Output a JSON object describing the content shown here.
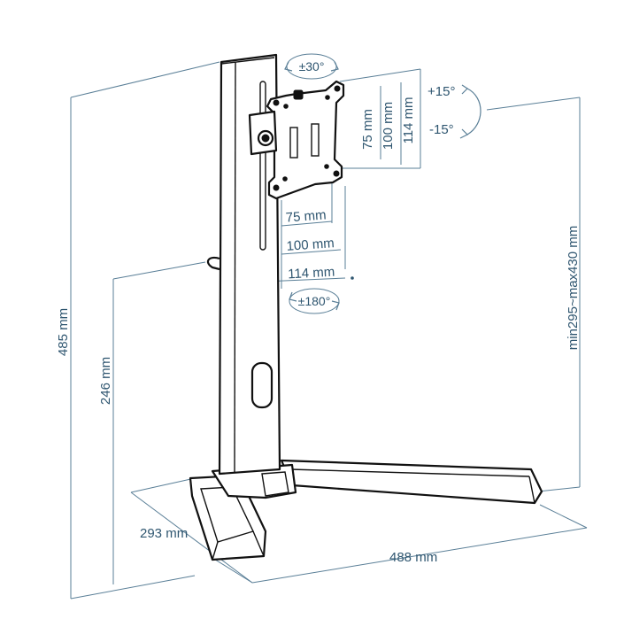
{
  "dimensions": {
    "total_height": "485 mm",
    "arm_height": "246 mm",
    "adjustable_height": "min295~max430 mm",
    "base_depth": "293 mm",
    "base_width": "488 mm",
    "vesa_v_75": "75 mm",
    "vesa_v_100": "100 mm",
    "vesa_v_114": "114 mm",
    "vesa_h_75": "75 mm",
    "vesa_h_100": "100 mm",
    "vesa_h_114": "114 mm"
  },
  "angles": {
    "swivel": "±30°",
    "rotation": "±180°",
    "tilt_up": "+15°",
    "tilt_down": "-15°"
  }
}
